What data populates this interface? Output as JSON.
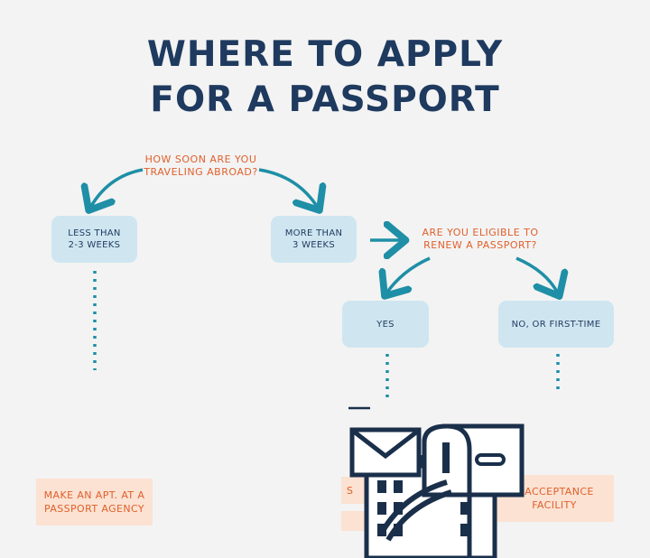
{
  "title": {
    "line1": "WHERE TO APPLY",
    "line2": "FOR A PASSPORT"
  },
  "questions": {
    "q1": "HOW SOON ARE YOU\nTRAVELING ABROAD?",
    "q2": "ARE YOU ELIGIBLE TO\nRENEW A PASSPORT?"
  },
  "boxes": {
    "less": "LESS THAN\n2-3 WEEKS",
    "more": "MORE THAN\n3 WEEKS",
    "yes": "YES",
    "no": "NO, OR FIRST-TIME"
  },
  "destinations": {
    "agency": "MAKE AN APT. AT A\nPASSPORT AGENCY",
    "mail_partial": "S",
    "facility_partial": "T ACCEPTANCE\nFACILITY"
  },
  "colors": {
    "background": "#f3f3f3",
    "title": "#1f3a5f",
    "accent_orange": "#e0602c",
    "box_blue": "#cfe6f1",
    "dest_peach": "#fbe2d2",
    "arrow_teal": "#1e8fa6",
    "icon_navy": "#1a2f4a"
  },
  "icons": [
    "mailbox-icon",
    "envelope-icon",
    "building-icon"
  ]
}
